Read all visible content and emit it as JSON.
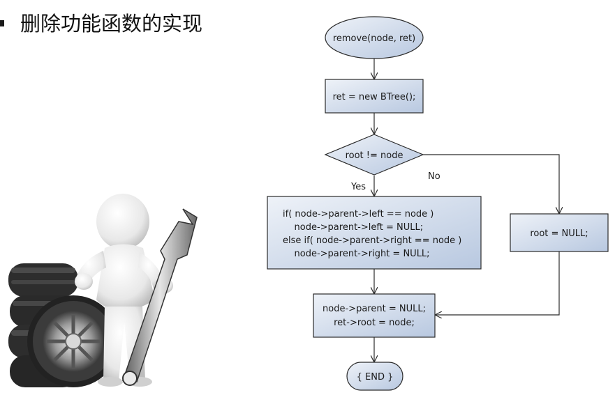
{
  "slide": {
    "title": "删除功能函数的实现"
  },
  "flowchart": {
    "start": "remove(node, ret)",
    "init": "ret = new BTree();",
    "condition": "root != node",
    "yes_label": "Yes",
    "no_label": "No",
    "detach_lines": [
      "if( node->parent->left == node )",
      "    node->parent->left = NULL;",
      "else if( node->parent->right == node )",
      "    node->parent->right = NULL;"
    ],
    "root_null": "root = NULL;",
    "finalize_lines": [
      "node->parent = NULL;",
      "ret->root = node;"
    ],
    "end": "{ END }"
  },
  "colors": {
    "box_fill_top": "#e9eef6",
    "box_fill_bottom": "#bccbe2",
    "box_stroke": "#2b2b2b",
    "arrow": "#2b2b2b"
  },
  "illustration": {
    "description_icon": "person-with-wrench-and-tires-illustration"
  }
}
